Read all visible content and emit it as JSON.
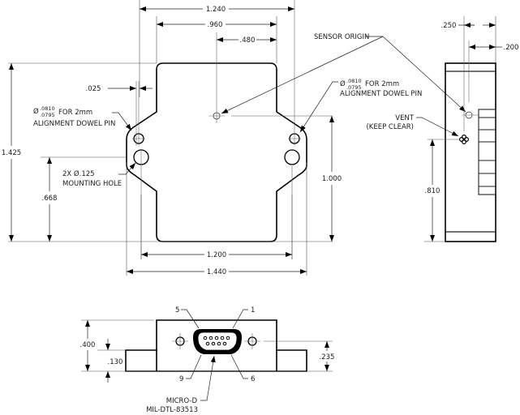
{
  "drawing": {
    "top_view": {
      "dimensions": {
        "overall_width": "1.240",
        "body_width": ".960",
        "sensor_offset": ".480",
        "flange_offset": ".025",
        "height": "1.425",
        "mount_hole_height": ".668",
        "sensor_height": "1.000",
        "hole_spacing": "1.200",
        "flange_width": "1.440"
      },
      "callouts": {
        "dowel_left_dia_upper": ".0810",
        "dowel_left_dia_lower": ".0795",
        "dowel_left_suffix": "FOR 2mm",
        "dowel_left_line2": "ALIGNMENT DOWEL PIN",
        "dowel_right_dia_upper": ".0810",
        "dowel_right_dia_lower": ".0795",
        "dowel_right_suffix": "FOR 2mm",
        "dowel_right_line2": "ALIGNMENT DOWEL PIN",
        "mount_line1": "2X Ø.125",
        "mount_line2": "MOUNTING HOLE",
        "sensor_origin": "SENSOR ORIGIN",
        "diameter_symbol": "Ø"
      }
    },
    "side_view": {
      "dimensions": {
        "sensor_depth": ".250",
        "connector_depth": ".200",
        "vent_height": ".810"
      },
      "callouts": {
        "vent_line1": "VENT",
        "vent_line2": "(KEEP CLEAR)"
      }
    },
    "front_view": {
      "dimensions": {
        "overall_height": ".400",
        "flange_height": ".130",
        "hole_height": ".235"
      },
      "callouts": {
        "pin_5": "5",
        "pin_1": "1",
        "pin_9": "9",
        "pin_6": "6",
        "connector_line1": "MICRO-D",
        "connector_line2": "MIL-DTL-83513"
      }
    }
  }
}
